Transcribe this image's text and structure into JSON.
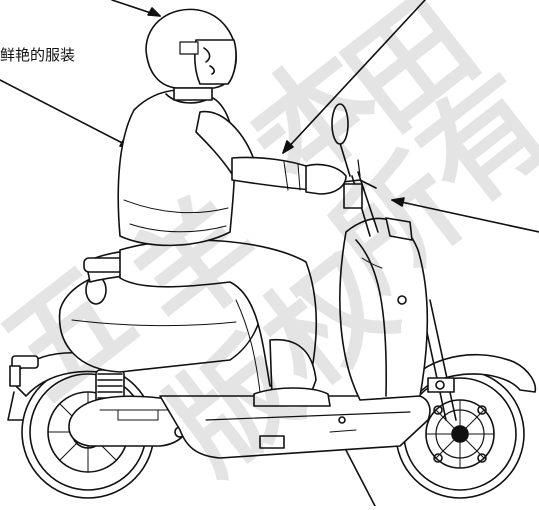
{
  "caption_text": "鲜艳的服装",
  "watermark_chars": [
    "五",
    "羊",
    "-",
    "本",
    "田",
    "版",
    "权",
    "所",
    "有"
  ],
  "colors": {
    "line": "#111111",
    "fill": "#ffffff",
    "shade": "#e8e8e8"
  }
}
